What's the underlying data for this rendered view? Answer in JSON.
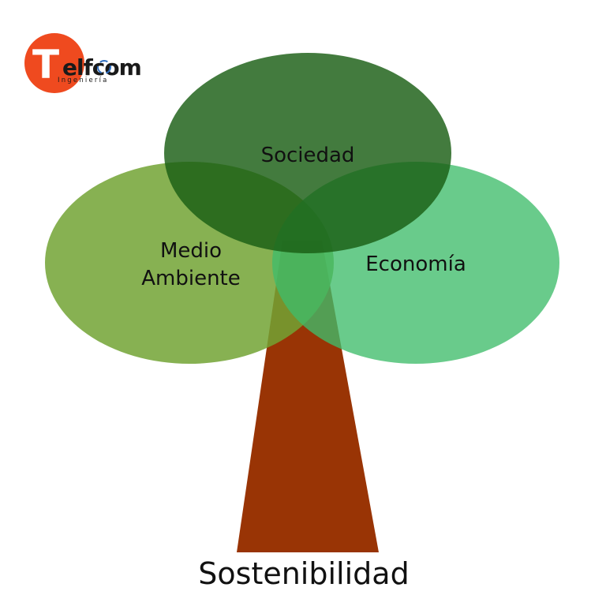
{
  "logo": {
    "letter": "T",
    "brand_rest": "elfcom",
    "subtitle": "Ingeniería",
    "colors": {
      "circle": "#ef4a1f",
      "text": "#1a1a1a",
      "ring_accent": "#2f6fc1"
    }
  },
  "diagram": {
    "title": "Sostenibilidad",
    "circles": [
      {
        "key": "sociedad",
        "label": "Sociedad",
        "color": "#1a5e14"
      },
      {
        "key": "medio",
        "label_line1": "Medio",
        "label_line2": "Ambiente",
        "color": "#72a334"
      },
      {
        "key": "economia",
        "label": "Economía",
        "color": "#3fbd6a"
      }
    ],
    "trunk_color": "#993405"
  }
}
